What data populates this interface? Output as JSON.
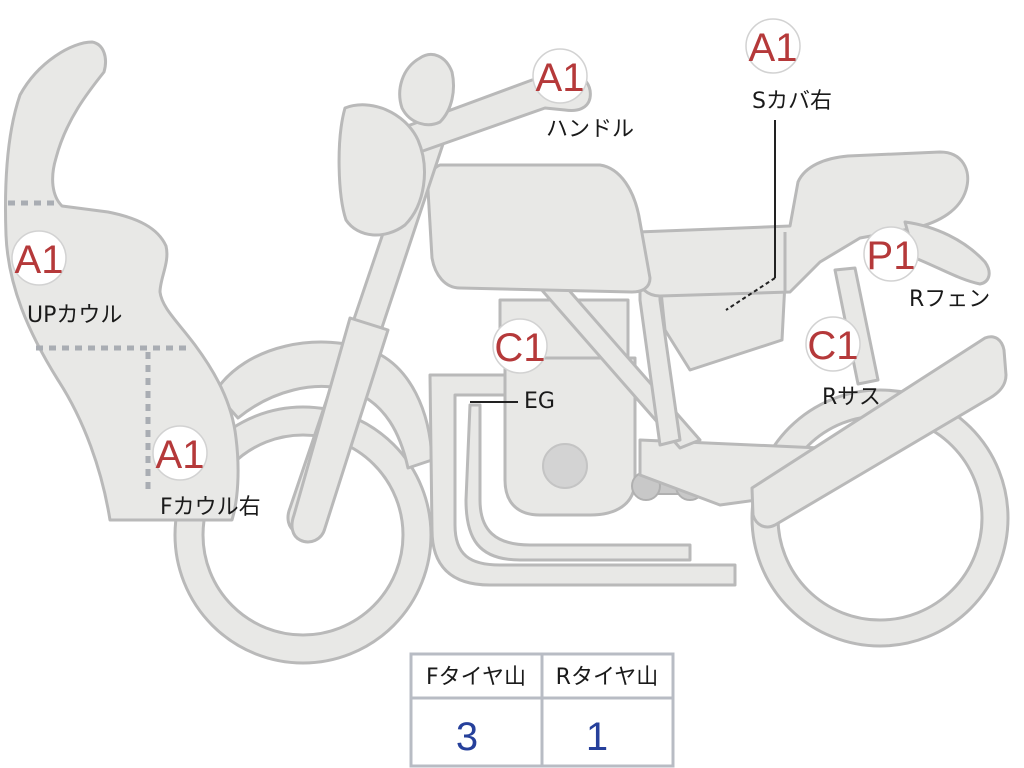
{
  "markers": {
    "upcowl": {
      "grade": "A1",
      "label": "UPカウル"
    },
    "fcowl": {
      "grade": "A1",
      "label": "Fカウル右"
    },
    "handle": {
      "grade": "A1",
      "label": "ハンドル"
    },
    "scover": {
      "grade": "A1",
      "label": "Sカバ右"
    },
    "engine": {
      "grade": "C1",
      "label": "EG"
    },
    "rfender": {
      "grade": "P1",
      "label": "Rフェン"
    },
    "rsus": {
      "grade": "C1",
      "label": "Rサス"
    }
  },
  "tire_table": {
    "front_header": "Fタイヤ山",
    "rear_header": "Rタイヤ山",
    "front_value": "3",
    "rear_value": "1"
  },
  "colors": {
    "grade": "#b5393a",
    "tire_value": "#26409b",
    "part_fill": "#e8e8e6",
    "part_stroke": "#b9b9b9"
  }
}
